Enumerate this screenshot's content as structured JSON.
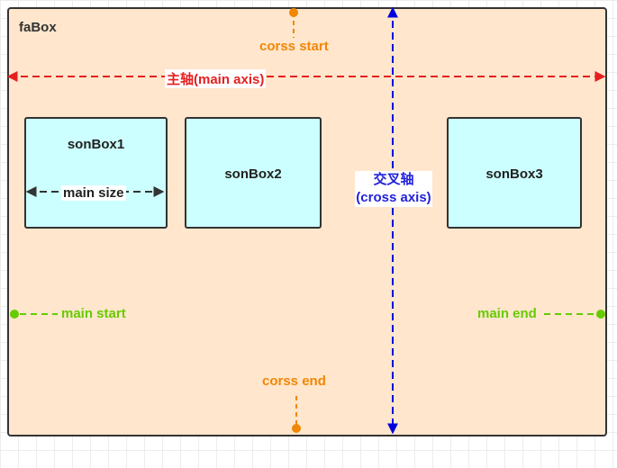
{
  "fabox": {
    "label": "faBox"
  },
  "sonboxes": [
    {
      "label": "sonBox1"
    },
    {
      "label": "sonBox2"
    },
    {
      "label": "sonBox3"
    }
  ],
  "labels": {
    "cross_start": "corss start",
    "cross_end": "corss end",
    "main_axis": "主轴(main axis)",
    "cross_axis_line1": "交叉轴",
    "cross_axis_line2": "(cross axis)",
    "main_size": "main size",
    "main_start": "main start",
    "main_end": "main end"
  },
  "colors": {
    "fabox_fill": "#ffe6cc",
    "sonbox_fill": "#ccffff",
    "main_axis": "#e51f1f",
    "cross_axis": "#0000dd",
    "cross_markers": "#f08705",
    "main_markers": "#66cc00",
    "main_size": "#333333"
  }
}
